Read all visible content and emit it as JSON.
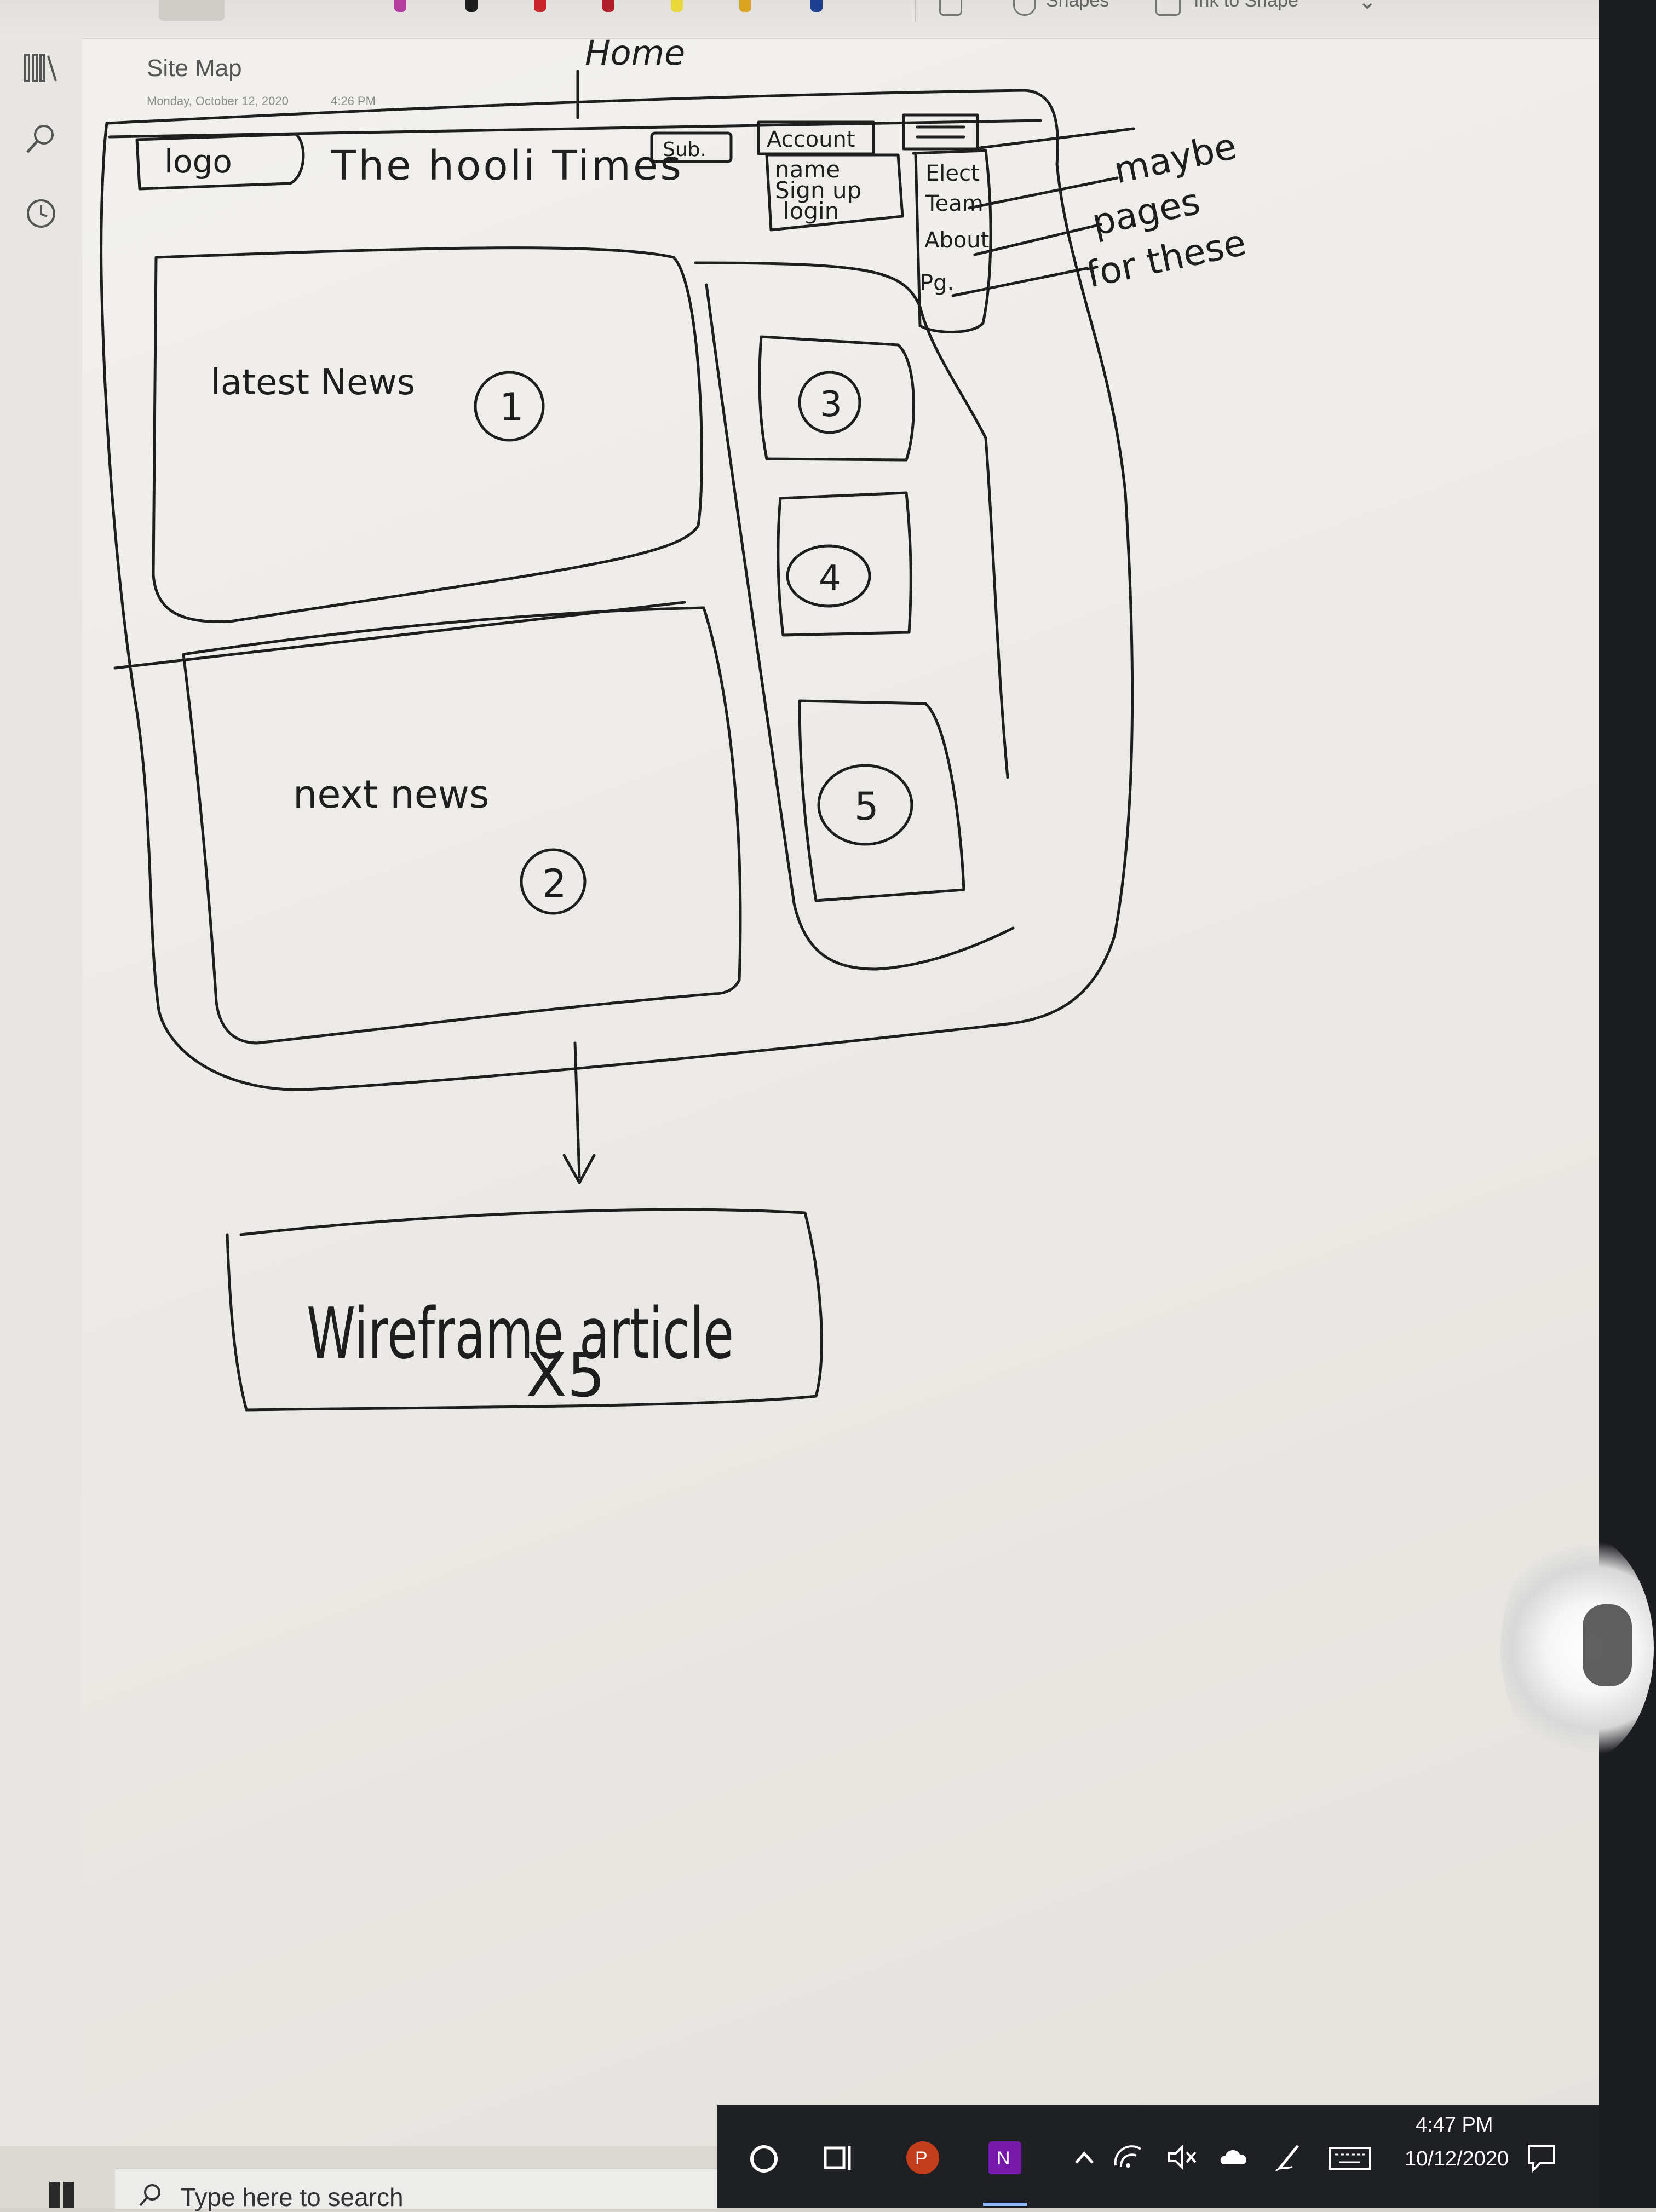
{
  "toolbar": {
    "shapes_label": "Shapes",
    "ink_to_shape_label": "Ink to Shape"
  },
  "page": {
    "title": "Site Map",
    "date": "Monday, October 12, 2020",
    "time": "4:26 PM"
  },
  "sketch": {
    "home_label": "Home",
    "logo_label": "logo",
    "site_title": "The hooli Times",
    "sub_button": "Sub.",
    "account_label": "Account",
    "account_menu": [
      "name",
      "Sign up",
      "login"
    ],
    "nav_menu": [
      "Elect",
      "Team",
      "About",
      "Pg."
    ],
    "side_note": [
      "maybe",
      "pages",
      "for these"
    ],
    "box1_label": "latest News",
    "box1_number": "1",
    "box2_label": "next news",
    "box2_number": "2",
    "box3_number": "3",
    "box4_number": "4",
    "box5_number": "5",
    "wireframe_label": "Wireframe article",
    "wireframe_count": "X5"
  },
  "taskbar": {
    "search_placeholder": "Type here to search",
    "time": "4:47 PM",
    "date": "10/12/2020",
    "apps": [
      "cortana-icon",
      "task-view-icon",
      "powerpoint-icon",
      "onenote-icon"
    ],
    "tray": [
      "chevron-up-icon",
      "wifi-icon",
      "volume-muted-icon",
      "cloud-icon",
      "pen-icon",
      "keyboard-icon",
      "notifications-icon"
    ]
  },
  "colors": {
    "ink": "#1e1e1e",
    "taskbar": "#1f2023",
    "powerpoint": "#c43e1c",
    "onenote": "#7719aa"
  }
}
